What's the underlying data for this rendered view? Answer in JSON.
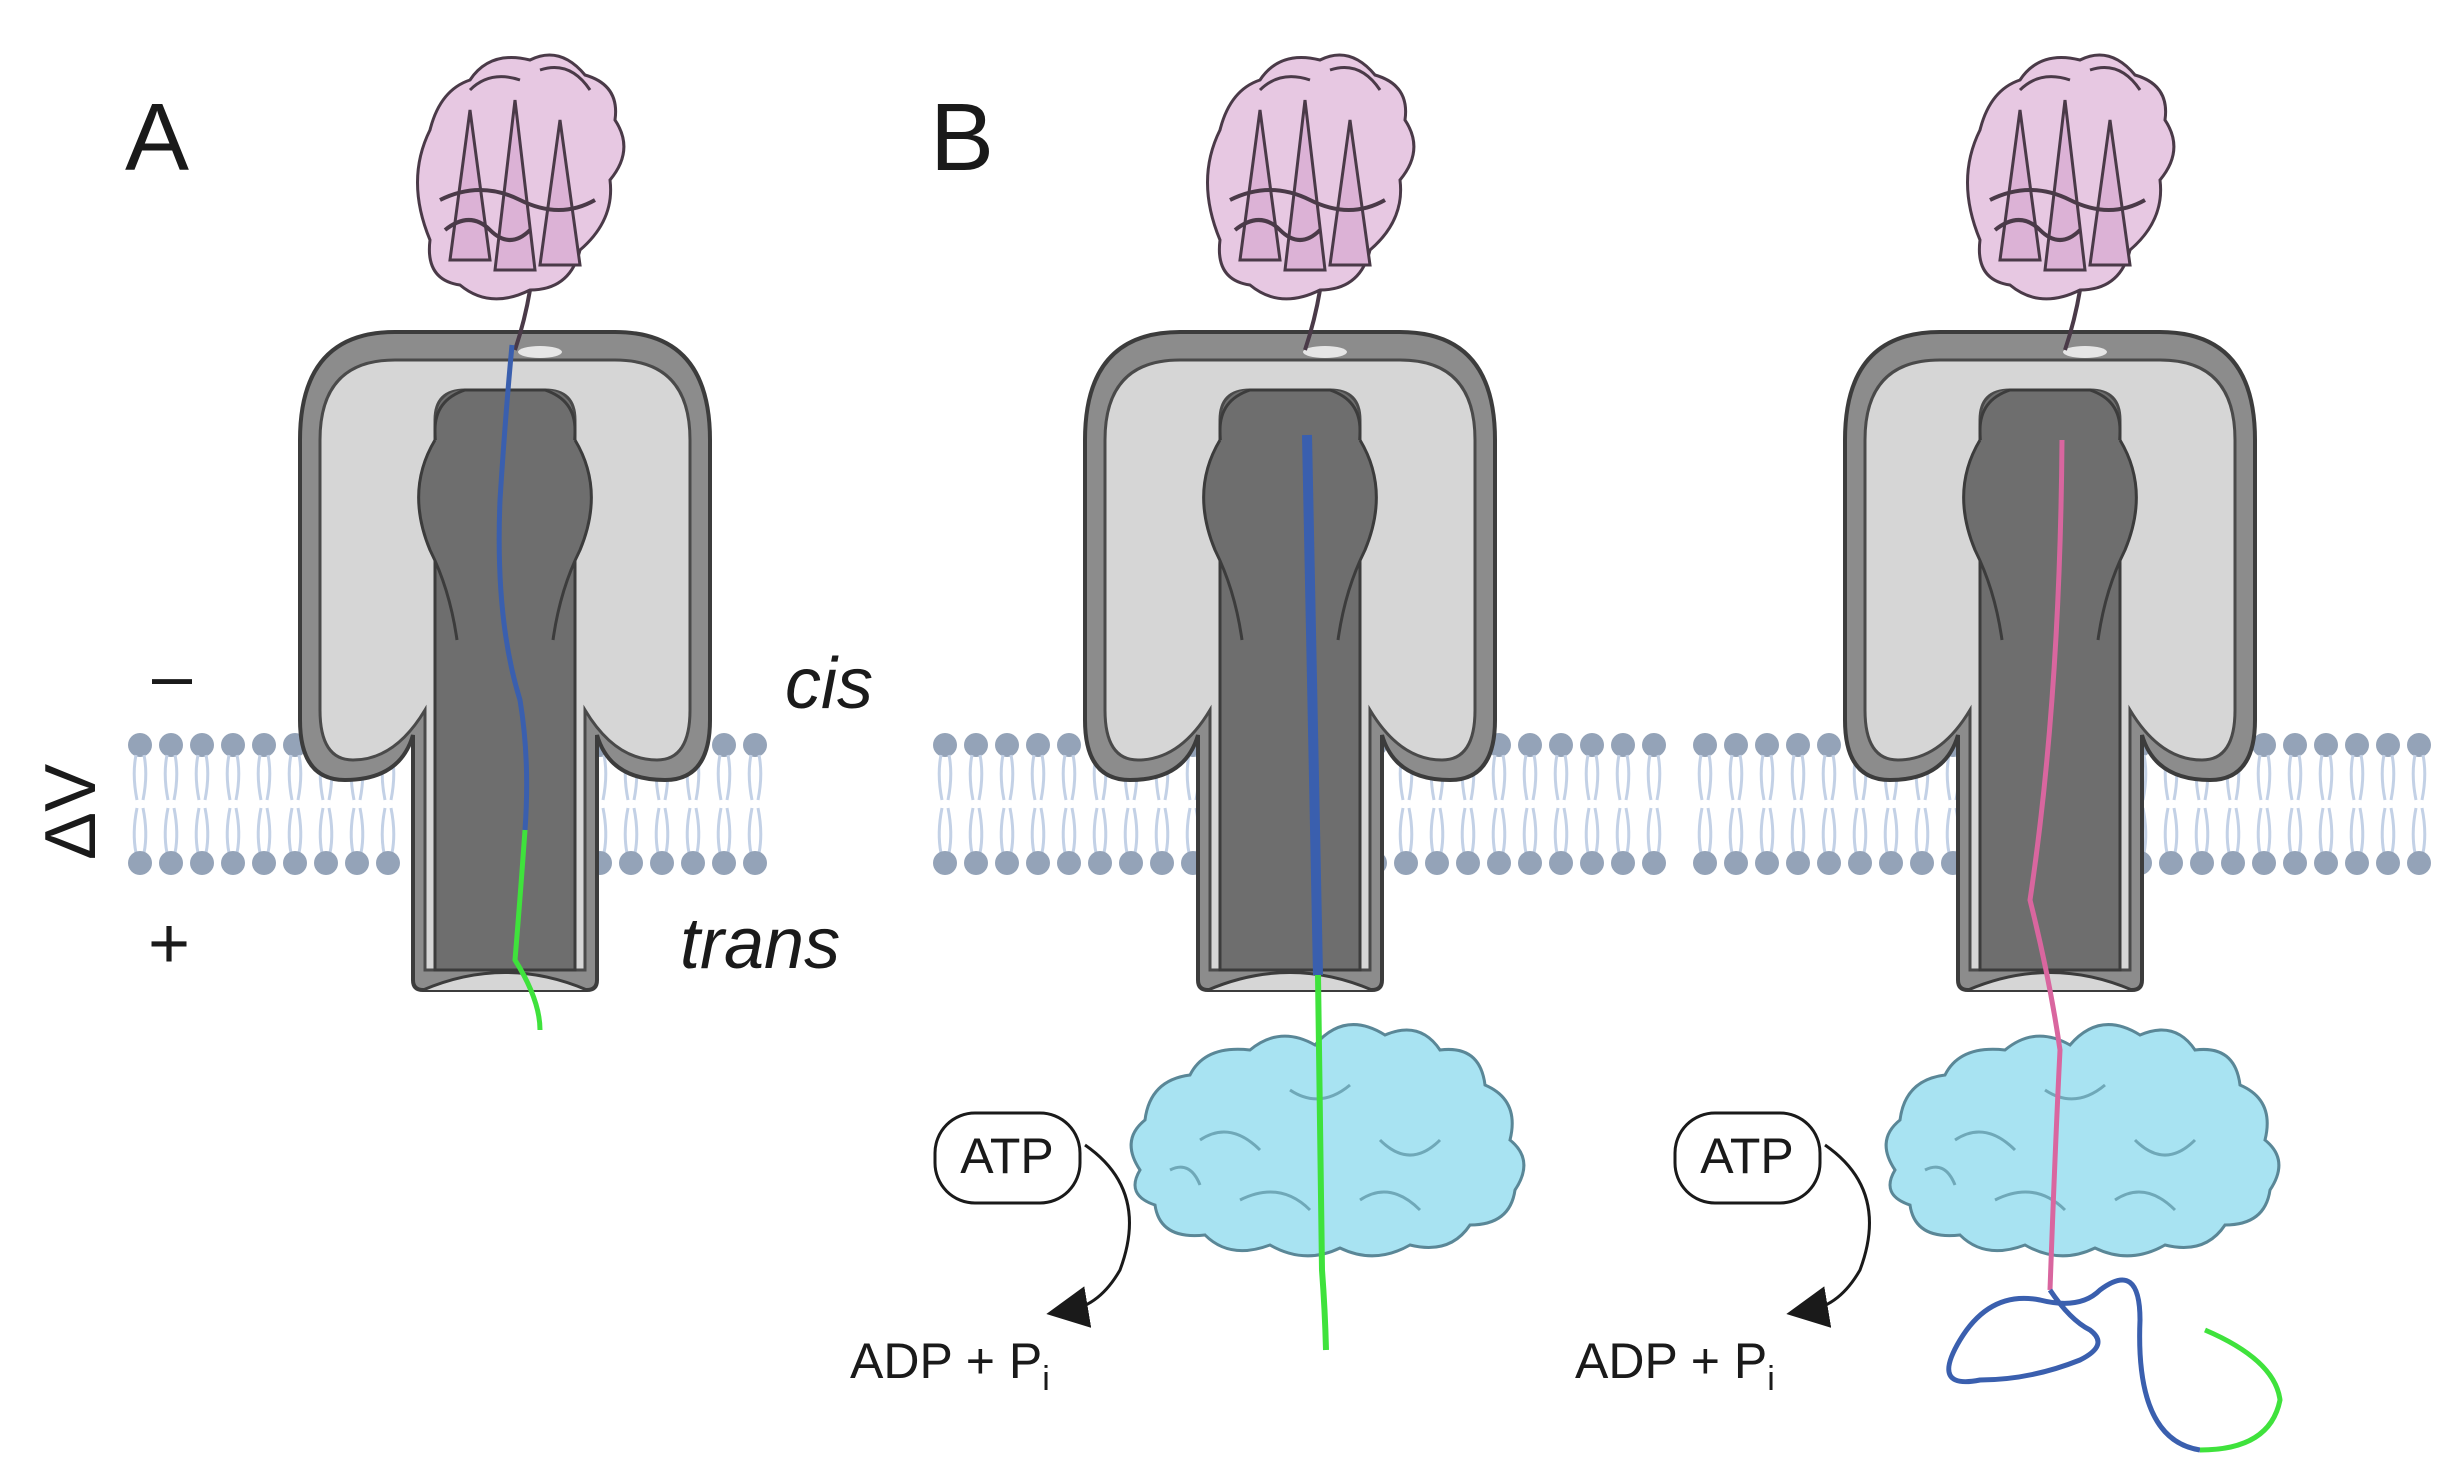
{
  "panels": {
    "a": {
      "label": "A"
    },
    "b": {
      "label": "B"
    }
  },
  "membrane": {
    "side_top": "cis",
    "side_bottom": "trans",
    "voltage_label": "ΔV",
    "sign_top": "–",
    "sign_bottom": "+"
  },
  "reaction": {
    "atp": "ATP",
    "adp": "ADP + P",
    "subscript": "i"
  },
  "colors": {
    "pore_outer": "#8c8c8c",
    "pore_inner": "#d6d6d6",
    "channel": "#6e6e6e",
    "lipid_head": "#94a3b8",
    "lipid_tail": "#c3d1e6",
    "protein_pink": "#dcb2d6",
    "strand_blue": "#3a5fae",
    "strand_green": "#3fe23c",
    "strand_pink": "#d9669f",
    "unfoldase": "#a8e3f2"
  },
  "icons": {
    "folded_protein": "ribbon-protein-icon",
    "unfoldase": "motor-protein-icon"
  }
}
